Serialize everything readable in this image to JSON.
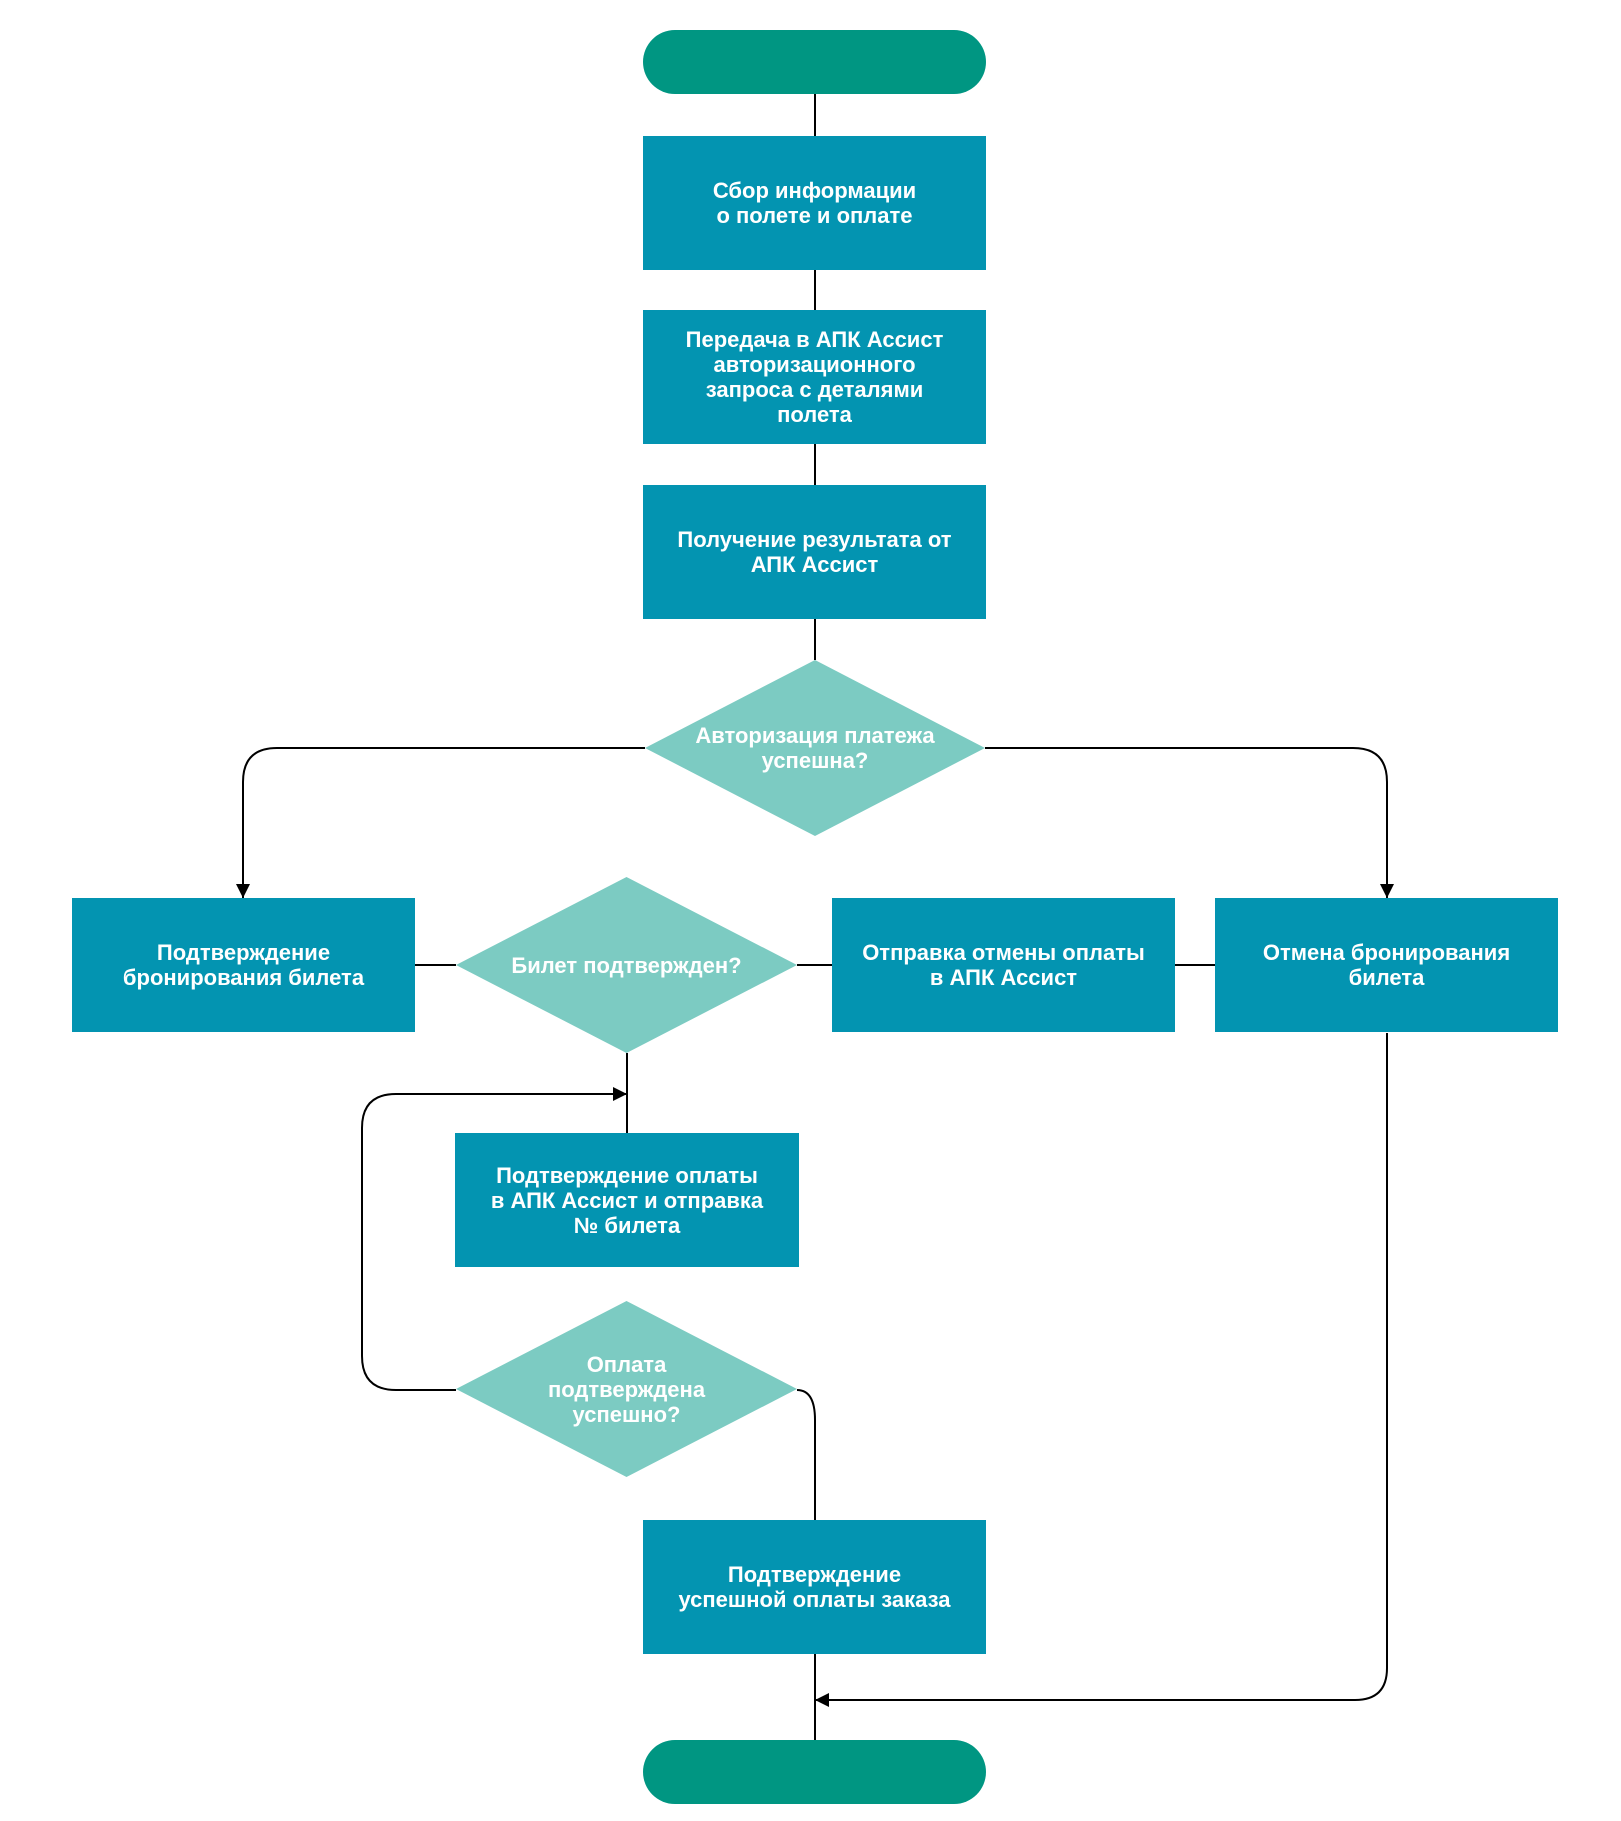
{
  "diagram": {
    "colors": {
      "terminator": "#009682",
      "process": "#0394b1",
      "decision": "#7ccbc2",
      "text": "#ffffff",
      "line": "#000000",
      "background": "#ffffff"
    },
    "nodes": {
      "start": "",
      "collect": "Сбор информации\nо полете и оплате",
      "transmit": "Передача в АПК Ассист\nавторизационного\nзапроса с деталями\nполета",
      "receive": "Получение результата от\nАПК Ассист",
      "auth_ok": "Авторизация платежа\nуспешна?",
      "confirm_booking": "Подтверждение\nбронирования билета",
      "ticket_confirmed": "Билет подтвержден?",
      "send_cancel": "Отправка отмены оплаты\nв АПК Ассист",
      "cancel_booking": "Отмена бронирования\nбилета",
      "confirm_payment": "Подтверждение оплаты\nв АПК Ассист и отправка\n№ билета",
      "payment_ok": "Оплата\nподтверждена\nуспешно?",
      "confirm_success": "Подтверждение\nуспешной оплаты заказа",
      "end": ""
    }
  }
}
